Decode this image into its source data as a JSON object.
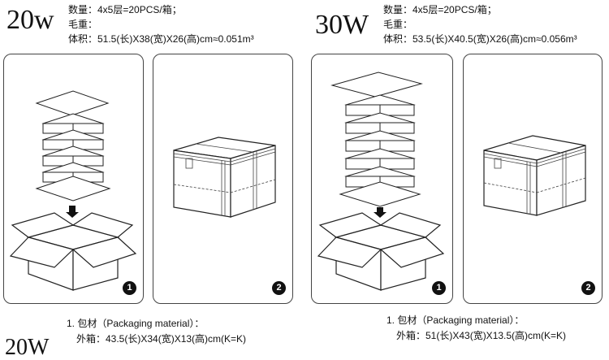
{
  "left": {
    "watt": "20w",
    "qty": "数量：4x5层=20PCS/箱；",
    "weight": "毛重：",
    "volume": "体积：51.5(长)X38(宽)X26(高)cm≈0.051m³",
    "badge1": "1",
    "badge2": "2",
    "packaging_title": "1. 包材（Packaging material）：",
    "outer_box": "外箱：43.5(长)X34(宽)X13(高)cm(K=K)",
    "cutoff_label": "20W"
  },
  "right": {
    "watt": "30W",
    "qty": "数量：4x5层=20PCS/箱；",
    "weight": "毛重：",
    "volume": "体积：53.5(长)X40.5(宽)X26(高)cm≈0.056m³",
    "badge1": "1",
    "badge2": "2",
    "packaging_title": "1. 包材（Packaging material）：",
    "outer_box": "外箱：51(长)X43(宽)X13.5(高)cm(K=K)"
  }
}
